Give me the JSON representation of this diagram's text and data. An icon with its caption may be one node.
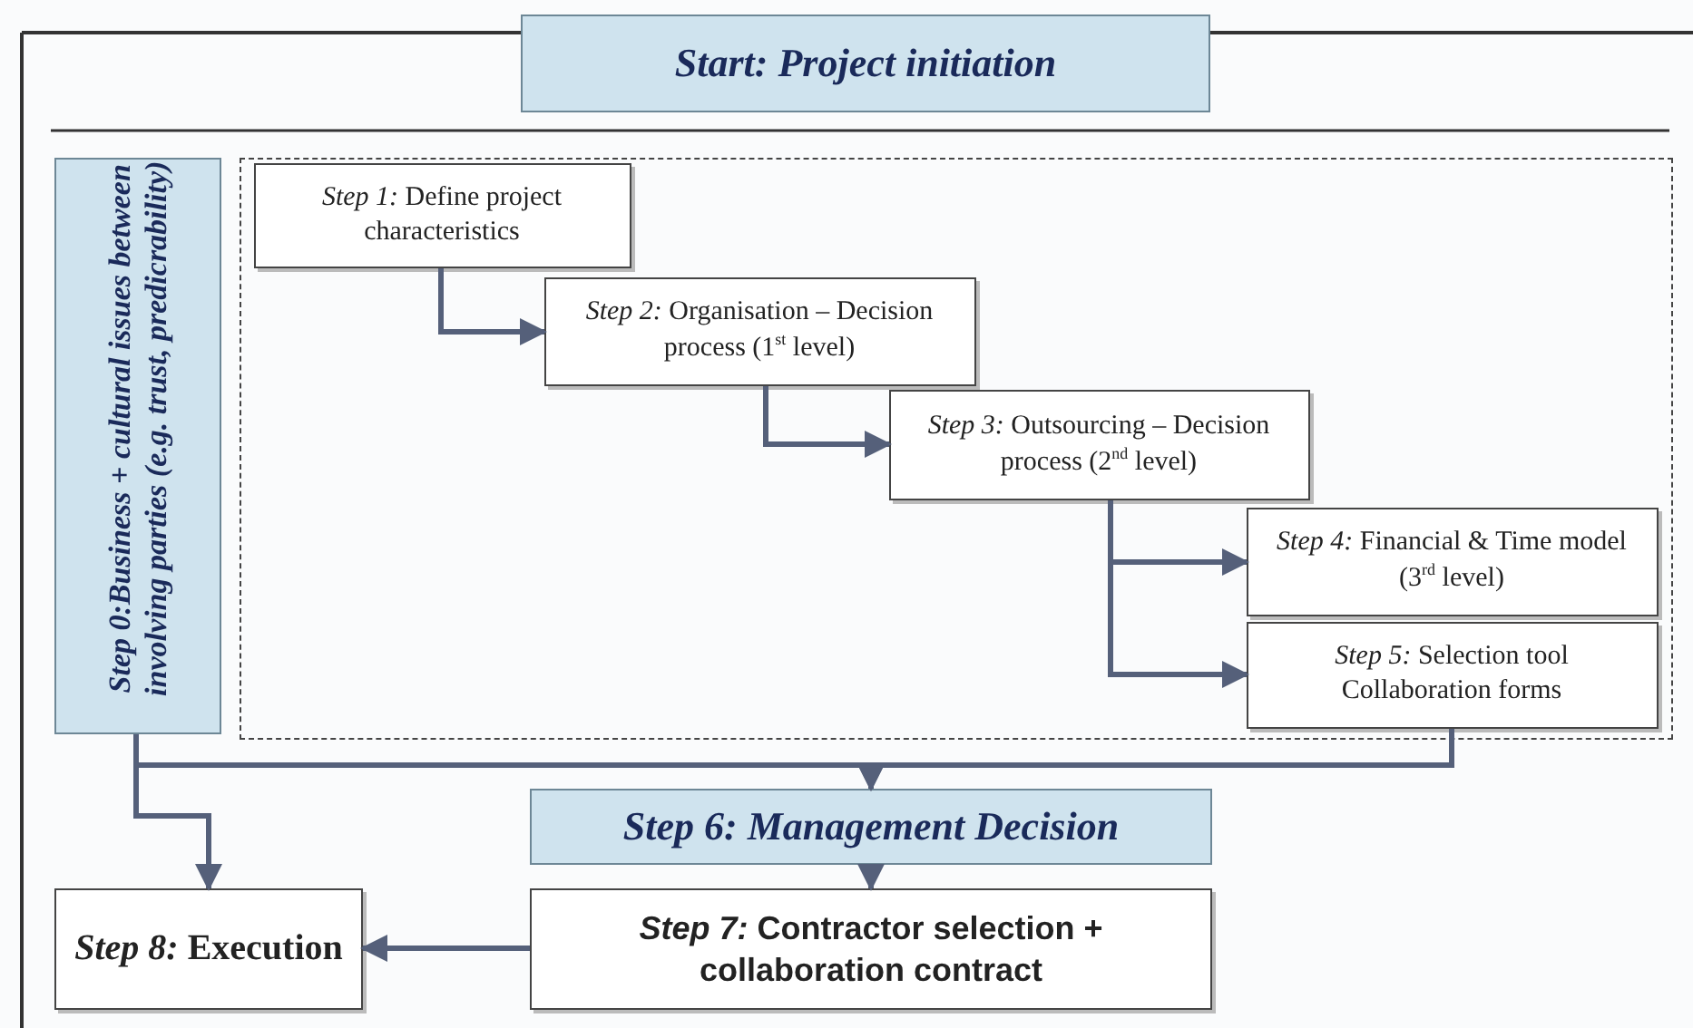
{
  "diagram": {
    "nodes": [
      {
        "text": [
          "Start: Project initiation"
        ]
      },
      {
        "text": [
          "Step 0:Business + cultural issues between involving parties (e.g. trust, predicrability)"
        ]
      },
      {
        "text": [],
        "shape": "box"
      },
      {
        "text": [
          "*Step 1:* Define project characteristics"
        ],
        "in": 2
      },
      {
        "text": [
          "*Step 2:* Organisation – Decision process (1$^{st}$ level)"
        ],
        "in": 2
      },
      {
        "text": [
          "*Step 3:* Outsourcing – Decision process (2$^{nd}$ level)"
        ],
        "in": 2
      },
      {
        "text": [
          "*Step 4:* Financial & Time model (3$^{rd}$ level)"
        ],
        "in": 2
      },
      {
        "text": [
          "*Step 5:* Selection tool Collaboration forms"
        ],
        "in": 2
      },
      {
        "text": [
          "*Step 6:* Management Decision"
        ]
      },
      {
        "text": [
          "*Step 7:* Contractor selection + collaboration contract"
        ]
      },
      {
        "text": [
          "*Step 8:* Execution"
        ]
      }
    ],
    "edges": [
      {
        "from": 3,
        "to": 4,
        "arrow": "to"
      },
      {
        "from": 4,
        "to": 5,
        "arrow": "to"
      },
      {
        "from": 5,
        "to": 6,
        "arrow": "to"
      },
      {
        "from": 5,
        "to": 7,
        "arrow": "to"
      },
      {
        "from": 7,
        "to": 8,
        "arrow": "to"
      },
      {
        "from": 1,
        "to": 8,
        "arrow": "to"
      },
      {
        "from": 1,
        "to": 10,
        "arrow": "to"
      },
      {
        "from": 8,
        "to": 9,
        "arrow": "to"
      },
      {
        "from": 9,
        "to": 10,
        "arrow": "to"
      }
    ]
  }
}
